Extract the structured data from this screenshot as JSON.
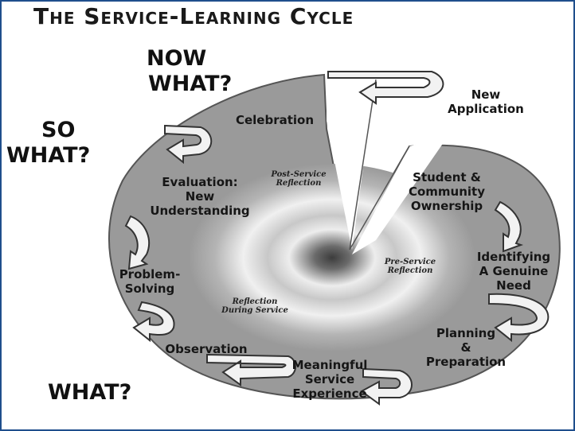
{
  "title": "The Service-Learning Cycle",
  "questions": {
    "now_what": [
      "NOW",
      "WHAT?"
    ],
    "so_what": [
      "SO",
      "WHAT?"
    ],
    "what": "WHAT?"
  },
  "stages": {
    "new_application": [
      "New",
      "Application"
    ],
    "celebration": [
      "Celebration"
    ],
    "evaluation": [
      "Evaluation:",
      "New",
      "Understanding"
    ],
    "problem_solving": [
      "Problem-",
      "Solving"
    ],
    "observation": [
      "Observation"
    ],
    "meaningful_service": [
      "Meaningful",
      "Service",
      "Experience"
    ],
    "planning": [
      "Planning",
      "&",
      "Preparation"
    ],
    "identifying_need": [
      "Identifying",
      "A Genuine",
      "Need"
    ],
    "ownership": [
      "Student &",
      "Community",
      "Ownership"
    ]
  },
  "reflections": {
    "post_service": [
      "Post-Service",
      "Reflection"
    ],
    "pre_service": [
      "Pre-Service",
      "Reflection"
    ],
    "during_service": [
      "Reflection",
      "During Service"
    ]
  },
  "colors": {
    "spiral_fill": "#9a9a9a",
    "spiral_light": "#e6e6e6",
    "center_dark": "#3c3c3c",
    "arrow_fill": "#f2f2f2",
    "frame": "#1f4e8c"
  }
}
